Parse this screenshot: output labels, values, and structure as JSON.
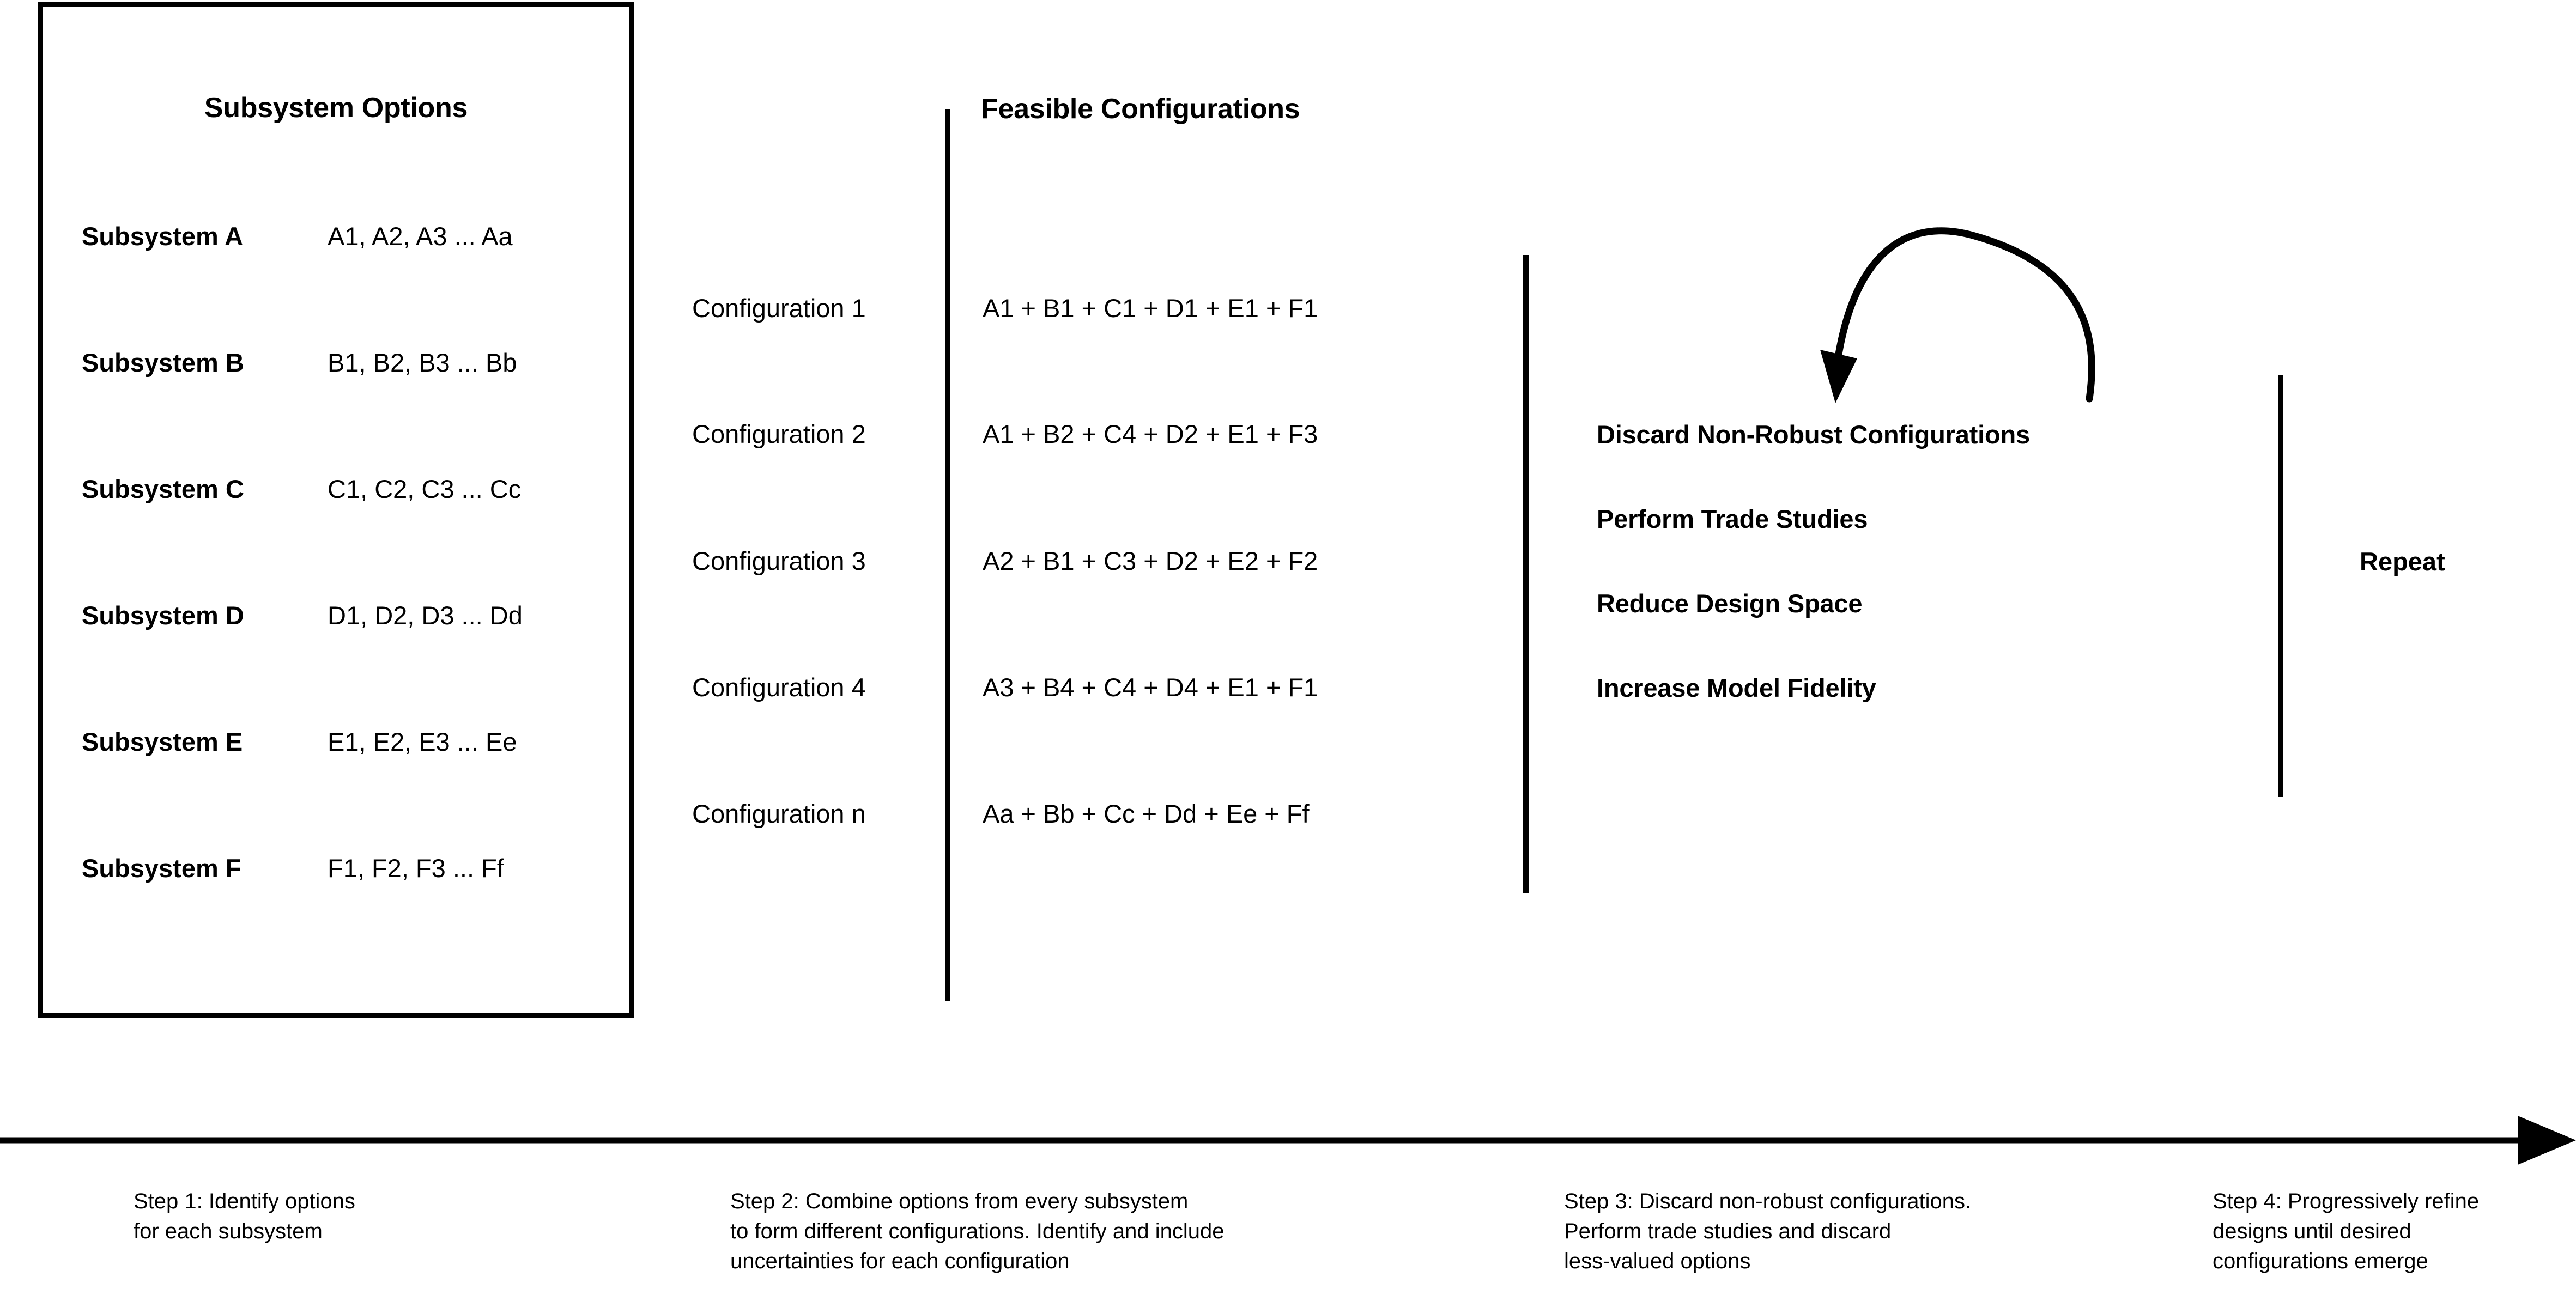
{
  "stage1": {
    "title": "Subsystem Options",
    "rows": [
      {
        "name": "Subsystem A",
        "options": "A1, A2, A3 ... Aa"
      },
      {
        "name": "Subsystem B",
        "options": "B1, B2, B3 ... Bb"
      },
      {
        "name": "Subsystem C",
        "options": "C1, C2, C3 ... Cc"
      },
      {
        "name": "Subsystem D",
        "options": "D1, D2, D3 ... Dd"
      },
      {
        "name": "Subsystem E",
        "options": "E1, E2, E3 ... Ee"
      },
      {
        "name": "Subsystem F",
        "options": "F1, F2, F3 ... Ff"
      }
    ]
  },
  "stage2": {
    "title": "Feasible Configurations",
    "rows": [
      {
        "label": "Configuration 1",
        "expression": "A1 + B1 + C1 + D1 + E1 + F1"
      },
      {
        "label": "Configuration 2",
        "expression": "A1 + B2 + C4 + D2 + E1 + F3"
      },
      {
        "label": "Configuration 3",
        "expression": "A2 + B1 + C3 + D2 + E2 + F2"
      },
      {
        "label": "Configuration 4",
        "expression": "A3 + B4 + C4 + D4 + E1 + F1"
      },
      {
        "label": "Configuration n",
        "expression": "Aa + Bb + Cc + Dd + Ee + Ff"
      }
    ]
  },
  "stage3": {
    "actions": [
      "Discard Non-Robust Configurations",
      "Perform Trade Studies",
      "Reduce Design Space",
      "Increase Model Fidelity"
    ]
  },
  "stage4": {
    "repeat_label": "Repeat"
  },
  "timeline": {
    "steps": [
      "Step 1: Identify options\nfor each subsystem",
      "Step 2: Combine options from every subsystem\nto form different configurations. Identify and include\nuncertainties for each configuration",
      "Step 3: Discard non-robust configurations.\nPerform trade studies and discard\nless-valued options",
      "Step 4: Progressively refine\ndesigns until desired\nconfigurations emerge"
    ]
  },
  "colors": {
    "stroke": "#000000",
    "background": "#ffffff"
  }
}
